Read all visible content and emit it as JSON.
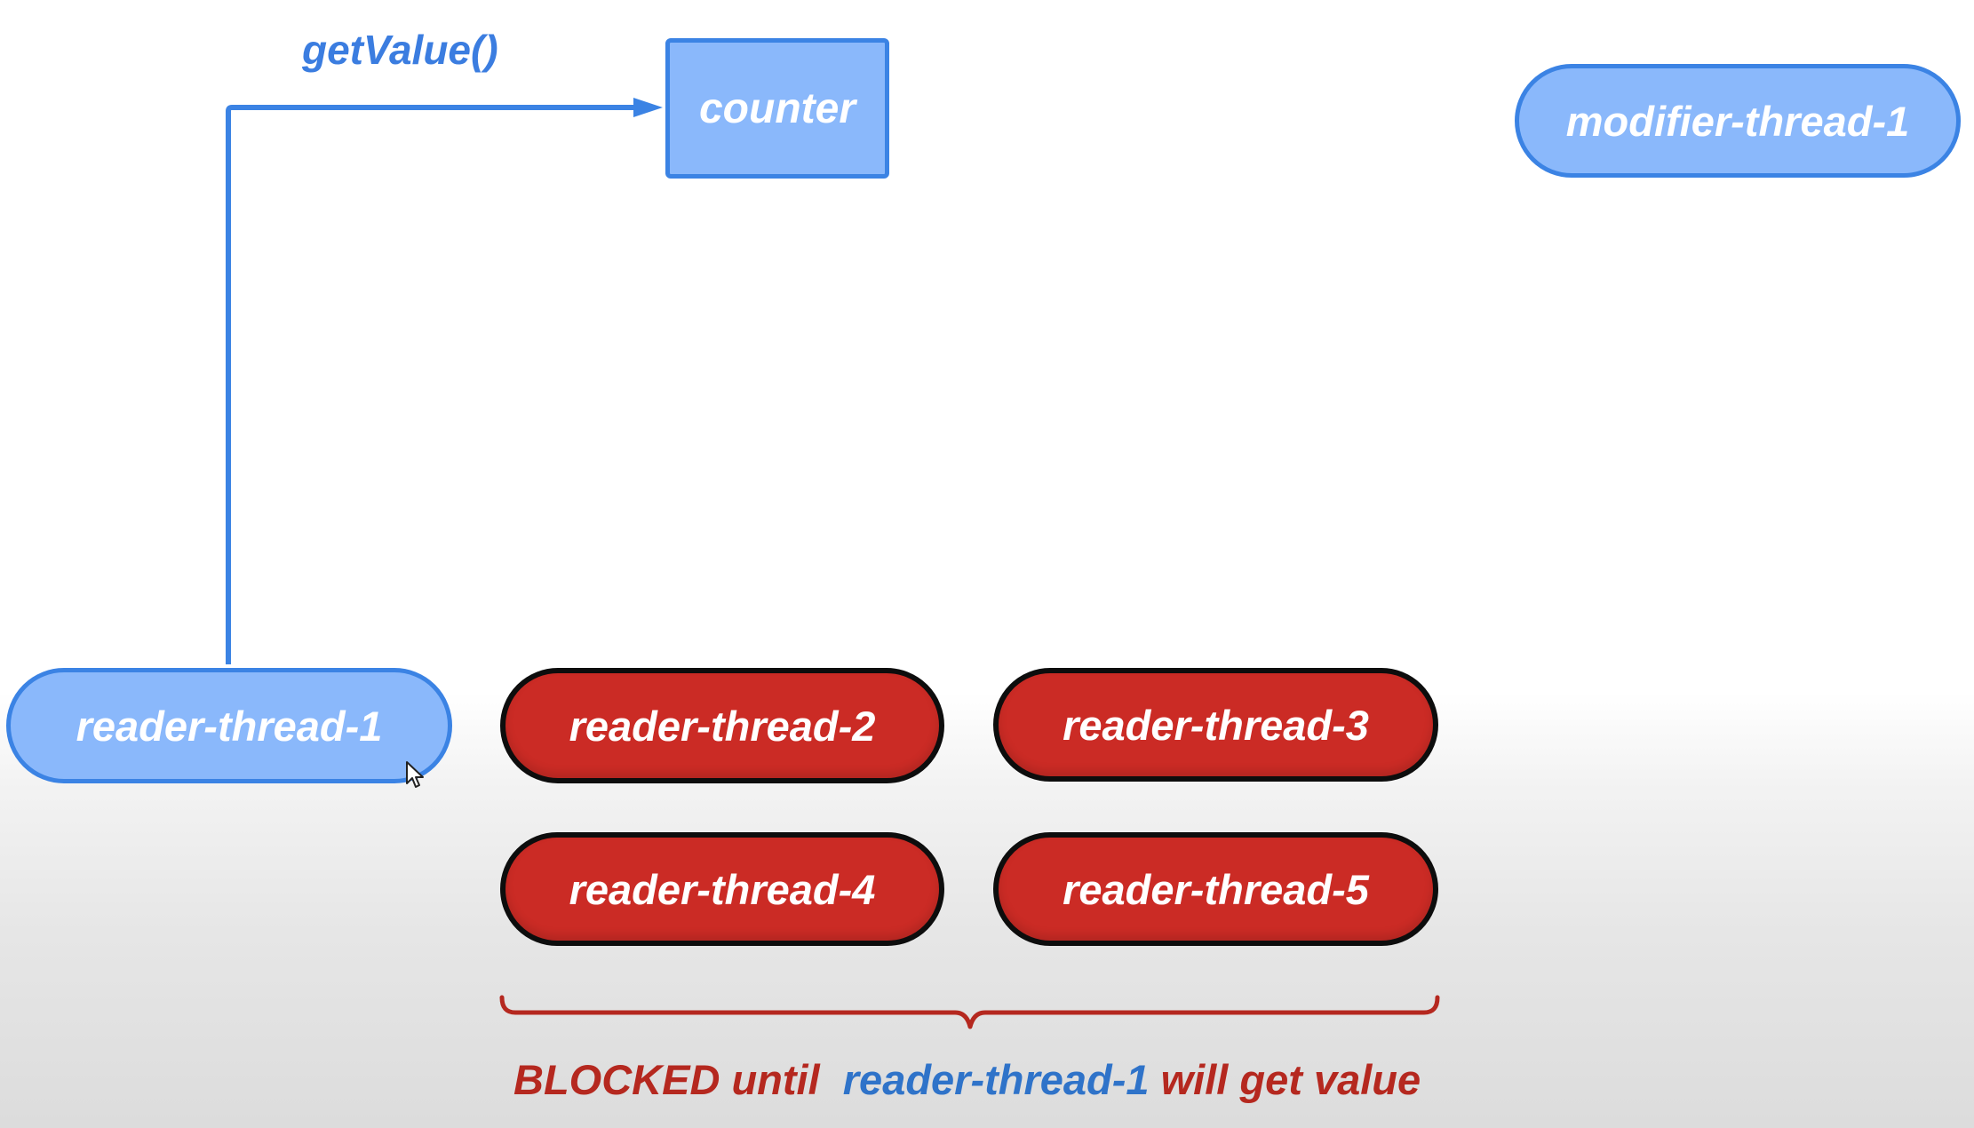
{
  "diagram": {
    "resource": {
      "label": "counter"
    },
    "call": {
      "label": "getValue()"
    },
    "modifier": {
      "label": "modifier-thread-1"
    },
    "active_reader": {
      "label": "reader-thread-1"
    },
    "blocked_readers": [
      {
        "label": "reader-thread-2"
      },
      {
        "label": "reader-thread-3"
      },
      {
        "label": "reader-thread-4"
      },
      {
        "label": "reader-thread-5"
      }
    ],
    "caption": {
      "prefix": "BLOCKED until",
      "highlight": "reader-thread-1",
      "suffix": "will get value"
    },
    "colors": {
      "active_fill": "#8ab8fb",
      "active_border": "#3b83e4",
      "blocked_fill": "#cb2b25",
      "blocked_border": "#0d0d0d",
      "caption_red": "#b5281f",
      "caption_blue": "#2f73c9"
    }
  }
}
